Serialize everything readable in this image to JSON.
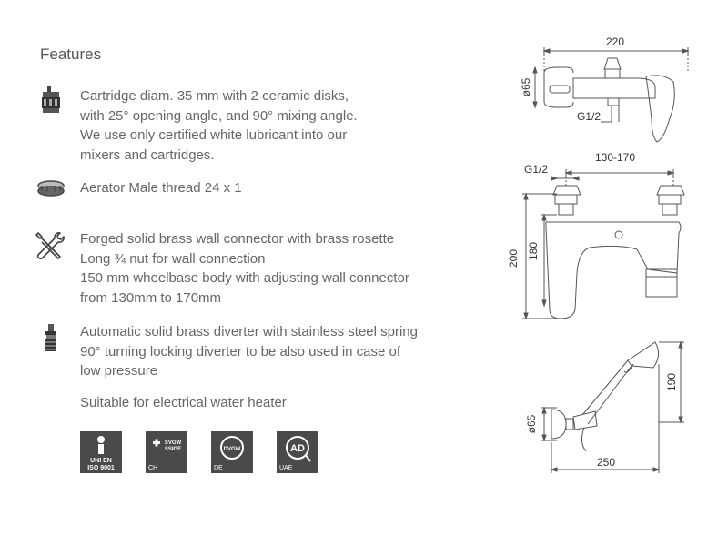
{
  "title": "Features",
  "features": [
    {
      "icon": "cartridge-icon",
      "lines": [
        "Cartridge diam. 35 mm with 2 ceramic disks,",
        "with 25° opening angle, and 90° mixing angle.",
        "We use only certified white lubricant into our",
        "mixers and cartridges."
      ]
    },
    {
      "icon": "aerator-icon",
      "lines": [
        "Aerator Male thread 24 x 1"
      ]
    },
    {
      "icon": "wrench-screwdriver-icon",
      "lines": [
        "Forged solid brass wall connector with brass rosette",
        "Long ¾ nut for wall connection",
        "150 mm wheelbase body with adjusting wall connector",
        "from 130mm to 170mm"
      ]
    },
    {
      "icon": "diverter-icon",
      "lines": [
        "Automatic solid brass diverter with stainless steel spring",
        "90° turning locking diverter to be also used in case of",
        "low pressure"
      ]
    }
  ],
  "suitable": "Suitable for electrical water heater",
  "certifications": [
    {
      "label": "",
      "logo_text": [
        "UNI EN",
        "ISO 9001"
      ]
    },
    {
      "label": "CH",
      "logo_text": [
        "SVGW",
        "SSIGE"
      ]
    },
    {
      "label": "DE",
      "logo_text": [
        "DVGW"
      ]
    },
    {
      "label": "UAE",
      "logo_text": [
        "AD"
      ]
    }
  ],
  "dimensions": {
    "top_width": "220",
    "top_diam": "ø65",
    "top_thread": "G1/2",
    "front_thread": "G1/2",
    "front_range": "130-170",
    "front_total_height": "200",
    "front_body_height": "180",
    "shower_height": "190",
    "shower_diam": "ø65",
    "shower_width": "250"
  }
}
